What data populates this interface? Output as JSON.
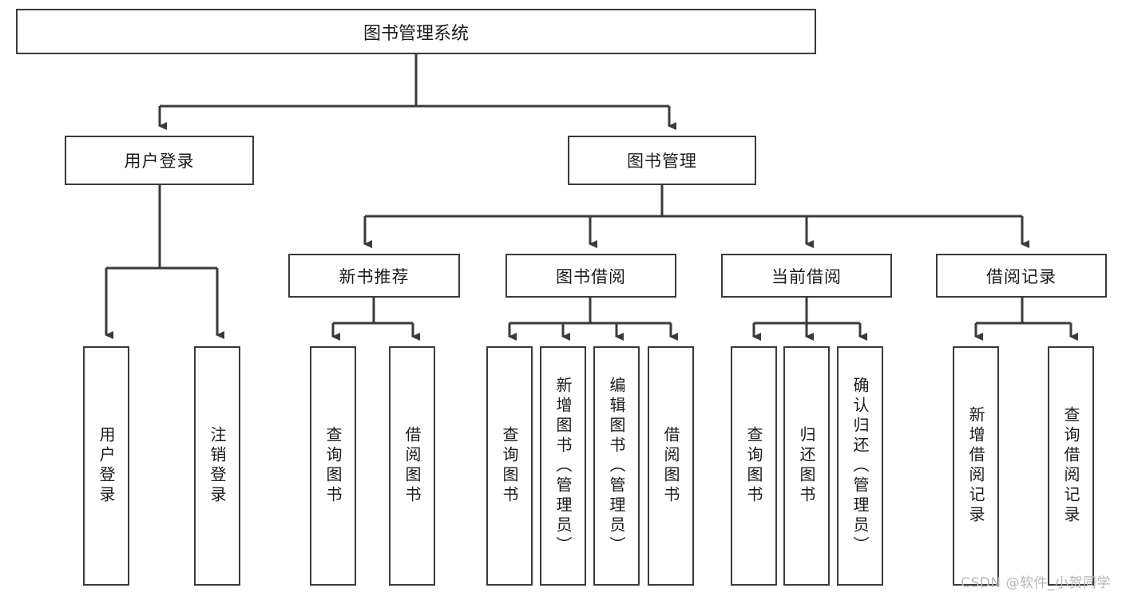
{
  "diagram": {
    "type": "tree-hierarchy",
    "root": {
      "label": "图书管理系统"
    },
    "level1": [
      {
        "label": "用户登录"
      },
      {
        "label": "图书管理"
      }
    ],
    "level2": [
      {
        "label": "新书推荐"
      },
      {
        "label": "图书借阅"
      },
      {
        "label": "当前借阅"
      },
      {
        "label": "借阅记录"
      }
    ],
    "leaves": {
      "user_login": [
        {
          "label": "用户登录"
        },
        {
          "label": "注销登录"
        }
      ],
      "new_book_recommend": [
        {
          "label": "查询图书"
        },
        {
          "label": "借阅图书"
        }
      ],
      "book_borrow": [
        {
          "label": "查询图书"
        },
        {
          "label": "新增图书（管理员）"
        },
        {
          "label": "编辑图书（管理员）"
        },
        {
          "label": "借阅图书"
        }
      ],
      "current_borrow": [
        {
          "label": "查询图书"
        },
        {
          "label": "归还图书"
        },
        {
          "label": "确认归还（管理员）"
        }
      ],
      "borrow_record": [
        {
          "label": "新增借阅记录"
        },
        {
          "label": "查询借阅记录"
        }
      ]
    }
  },
  "watermark": {
    "text": "CSDN @软件_小贺同学"
  },
  "colors": {
    "border": "#3a3a3a",
    "text": "#1b1b1b",
    "background": "#ffffff",
    "watermark": "#b6b6b6"
  }
}
